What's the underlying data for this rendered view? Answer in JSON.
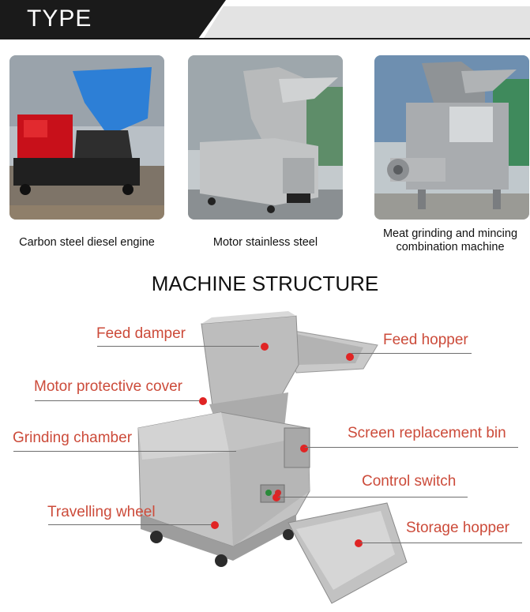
{
  "header": {
    "title": "TYPE"
  },
  "types": [
    {
      "caption": "Carbon steel diesel engine"
    },
    {
      "caption": "Motor stainless steel"
    },
    {
      "caption": "Meat grinding and mincing combination machine"
    }
  ],
  "structure": {
    "title": "MACHINE STRUCTURE",
    "labels": {
      "feed_damper": "Feed damper",
      "feed_hopper": "Feed hopper",
      "motor_cover": "Motor protective cover",
      "grinding_chamber": "Grinding chamber",
      "screen_bin": "Screen replacement bin",
      "control_switch": "Control switch",
      "travelling_wheel": "Travelling wheel",
      "storage_hopper": "Storage hopper"
    }
  },
  "colors": {
    "banner": "#1a1a1a",
    "callout_text": "#cc4b3a",
    "marker": "#e02424"
  }
}
